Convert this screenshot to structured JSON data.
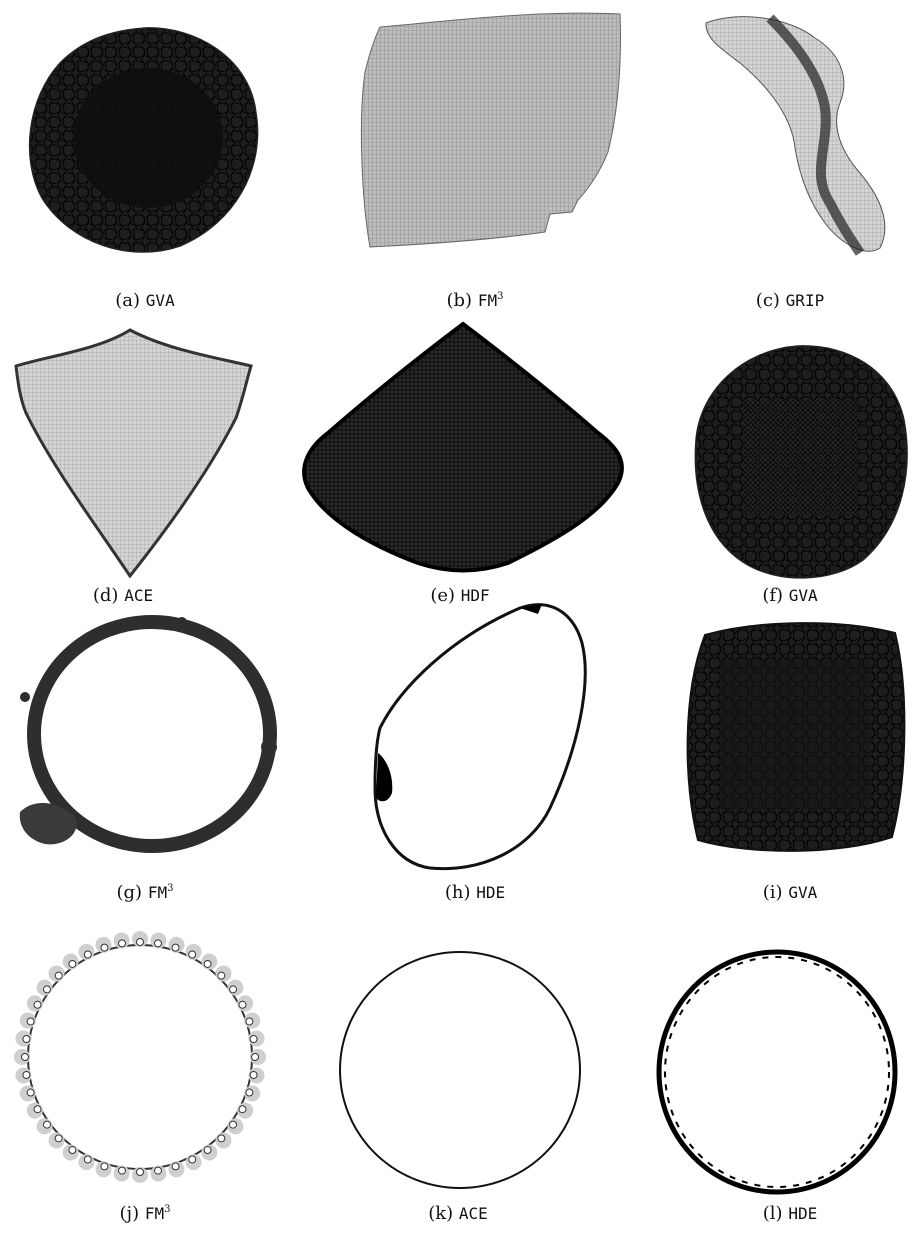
{
  "figures": [
    {
      "label": "(a)",
      "method": "GVA"
    },
    {
      "label": "(b)",
      "method": "FM",
      "sup": "3"
    },
    {
      "label": "(c)",
      "method": "GRIP"
    },
    {
      "label": "(d)",
      "method": "ACE"
    },
    {
      "label": "(e)",
      "method": "HDF"
    },
    {
      "label": "(f)",
      "method": "GVA"
    },
    {
      "label": "(g)",
      "method": "FM",
      "sup": "3"
    },
    {
      "label": "(h)",
      "method": "HDE"
    },
    {
      "label": "(i)",
      "method": "GVA"
    },
    {
      "label": "(j)",
      "method": "FM",
      "sup": "3"
    },
    {
      "label": "(k)",
      "method": "ACE"
    },
    {
      "label": "(l)",
      "method": "HDE"
    }
  ]
}
